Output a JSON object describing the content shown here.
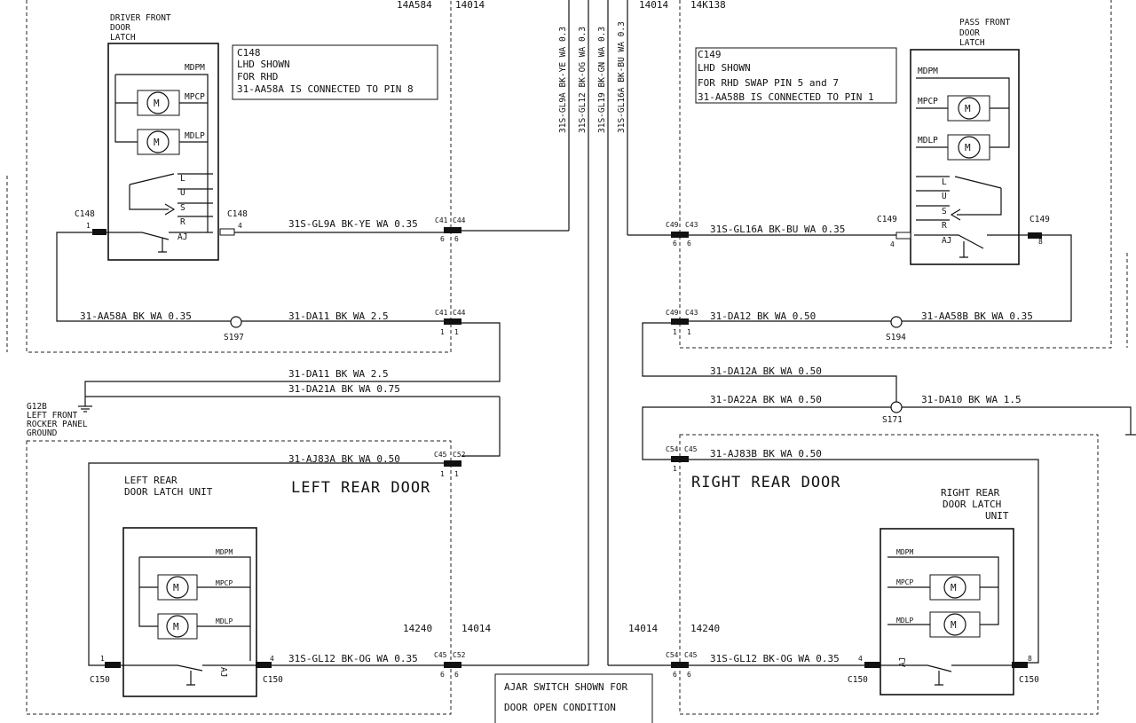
{
  "top_labels": {
    "part_14a584": "14A584",
    "part_14014_left": "14014",
    "part_14014_right": "14014",
    "part_14k138": "14K138"
  },
  "vertical_wires": [
    "31S-GL9A BK-YE WA 0.3",
    "31S-GL12 BK-OG WA 0.3",
    "31S-GL19 BK-GN WA 0.3",
    "31S-GL16A BK-BU WA 0.3"
  ],
  "driver_front": {
    "latch_title": [
      "DRIVER FRONT",
      "DOOR",
      "LATCH"
    ],
    "note": [
      "C148",
      "LHD SHOWN",
      "FOR RHD",
      "31-AA58A IS CONNECTED TO PIN 8"
    ],
    "signals": [
      "MDPM",
      "MPCP",
      "MDLP"
    ],
    "switch_pins": [
      "L",
      "U",
      "S",
      "R"
    ],
    "ajar": "AJ",
    "conn_c148": "C148",
    "pin_1": "1",
    "pin_4": "4"
  },
  "pass_front": {
    "latch_title": [
      "PASS FRONT",
      "DOOR",
      "LATCH"
    ],
    "note": [
      "C149",
      "LHD SHOWN",
      "FOR RHD SWAP PIN 5 and 7",
      "31-AA58B IS CONNECTED TO PIN 1"
    ],
    "signals": [
      "MDPM",
      "MPCP",
      "MDLP"
    ],
    "switch_pins": [
      "L",
      "U",
      "S",
      "R"
    ],
    "ajar": "AJ",
    "conn_c149": "C149",
    "pin_4": "4",
    "pin_8": "8"
  },
  "wires": {
    "gl9a": "31S-GL9A   BK-YE   WA  0.35",
    "aa58a": "31-AA58A   BK     WA  0.35",
    "da11": "31-DA11     BK       WA  2.5",
    "da11b": "31-DA11     BK       WA  2.5",
    "da21a": "31-DA21A    BK       WA  0.75",
    "aj83a": "31-AJ83A    BK       WA  0.50",
    "gl12_left": "31S-GL12   BK-OG   WA  0.35",
    "gl16a": "31S-GL16A   BK-BU   WA  0.35",
    "da12": "31-DA12    BK       WA  0.50",
    "aa58b": "31-AA58B   BK       WA  0.35",
    "da12a": "31-DA12A    BK       WA  0.50",
    "da22a": "31-DA22A    BK       WA  0.50",
    "da10": "31-DA10     BK       WA  1.5",
    "aj83b": "31-AJ83B    BK       WA  0.50",
    "gl12_right": "31S-GL12   BK-OG   WA  0.35"
  },
  "splices": {
    "s197": "S197",
    "s194": "S194",
    "s171": "S171"
  },
  "connectors": {
    "c41": "C41",
    "c44": "C44",
    "c45": "C45",
    "c52": "C52",
    "c49": "C49",
    "c43": "C43",
    "c54": "C54",
    "p6": "6",
    "p1": "1"
  },
  "ground": [
    "G12B",
    "LEFT FRONT",
    "ROCKER PANEL",
    "GROUND"
  ],
  "left_rear": {
    "title": "LEFT REAR DOOR",
    "unit": [
      "LEFT REAR",
      "DOOR LATCH UNIT"
    ],
    "signals": [
      "MDPM",
      "MPCP",
      "MDLP"
    ],
    "ajar": "AJ",
    "conn": "C150",
    "part_14240": "14240",
    "part_14014": "14014",
    "pin_1": "1",
    "pin_4": "4"
  },
  "right_rear": {
    "title": "RIGHT REAR DOOR",
    "unit": [
      "RIGHT REAR",
      "DOOR LATCH",
      "UNIT"
    ],
    "signals": [
      "MDPM",
      "MPCP",
      "MDLP"
    ],
    "ajar": "AJ",
    "conn": "C150",
    "part_14240": "14240",
    "part_14014": "14014",
    "pin_4": "4",
    "pin_8": "8"
  },
  "bottom_note": [
    "AJAR SWITCH SHOWN FOR",
    "DOOR OPEN CONDITION"
  ]
}
